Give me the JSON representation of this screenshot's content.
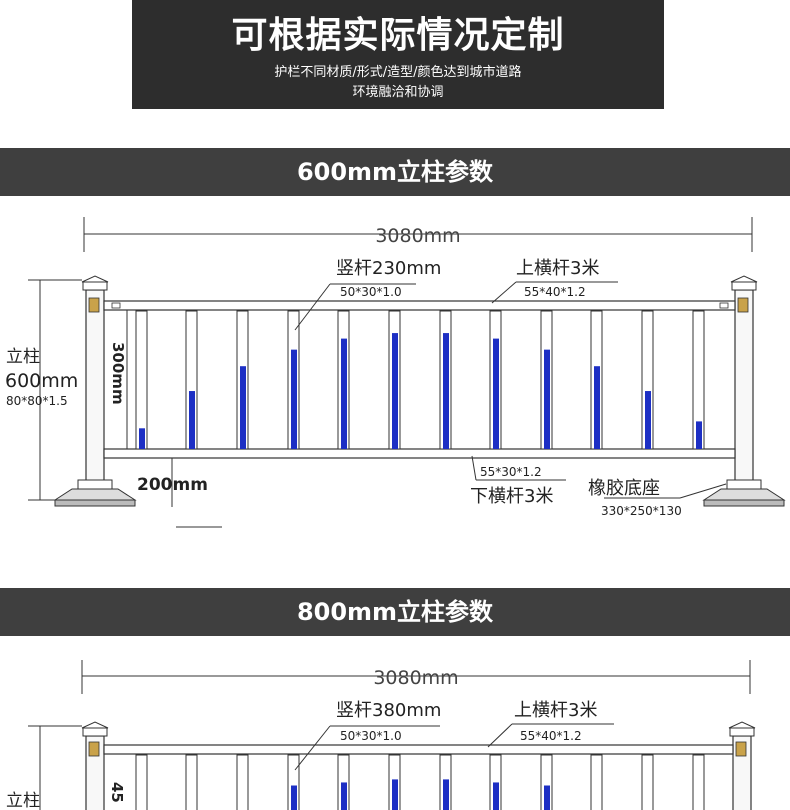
{
  "header": {
    "title": "可根据实际情况定制",
    "subtitle_line1": "护栏不同材质/形式/造型/颜色达到城市道路",
    "subtitle_line2": "环境融洽和协调"
  },
  "section1": {
    "heading": "600mm立柱参数",
    "total_length": "3080mm",
    "vertical_bar_label": "竖杆230mm",
    "vertical_bar_spec": "50*30*1.0",
    "top_rail_label": "上横杆3米",
    "top_rail_spec": "55*40*1.2",
    "post_label": "立柱",
    "post_height": "600mm",
    "post_spec": "80*80*1.5",
    "panel_height": "300mm",
    "ground_gap": "200mm",
    "bottom_rail_spec": "55*30*1.2",
    "bottom_rail_label": "下横杆3米",
    "base_label": "橡胶底座",
    "base_spec": "330*250*130"
  },
  "section2": {
    "heading": "800mm立柱参数",
    "total_length": "3080mm",
    "vertical_bar_label": "竖杆380mm",
    "vertical_bar_spec": "50*30*1.0",
    "top_rail_label": "上横杆3米",
    "top_rail_spec": "55*40*1.2",
    "post_label": "立柱",
    "panel_height_partial": "45"
  },
  "colors": {
    "accent_blue": "#1d2fc4",
    "header_bg": "#2d2d2d",
    "band_bg": "#3f3f3f"
  }
}
